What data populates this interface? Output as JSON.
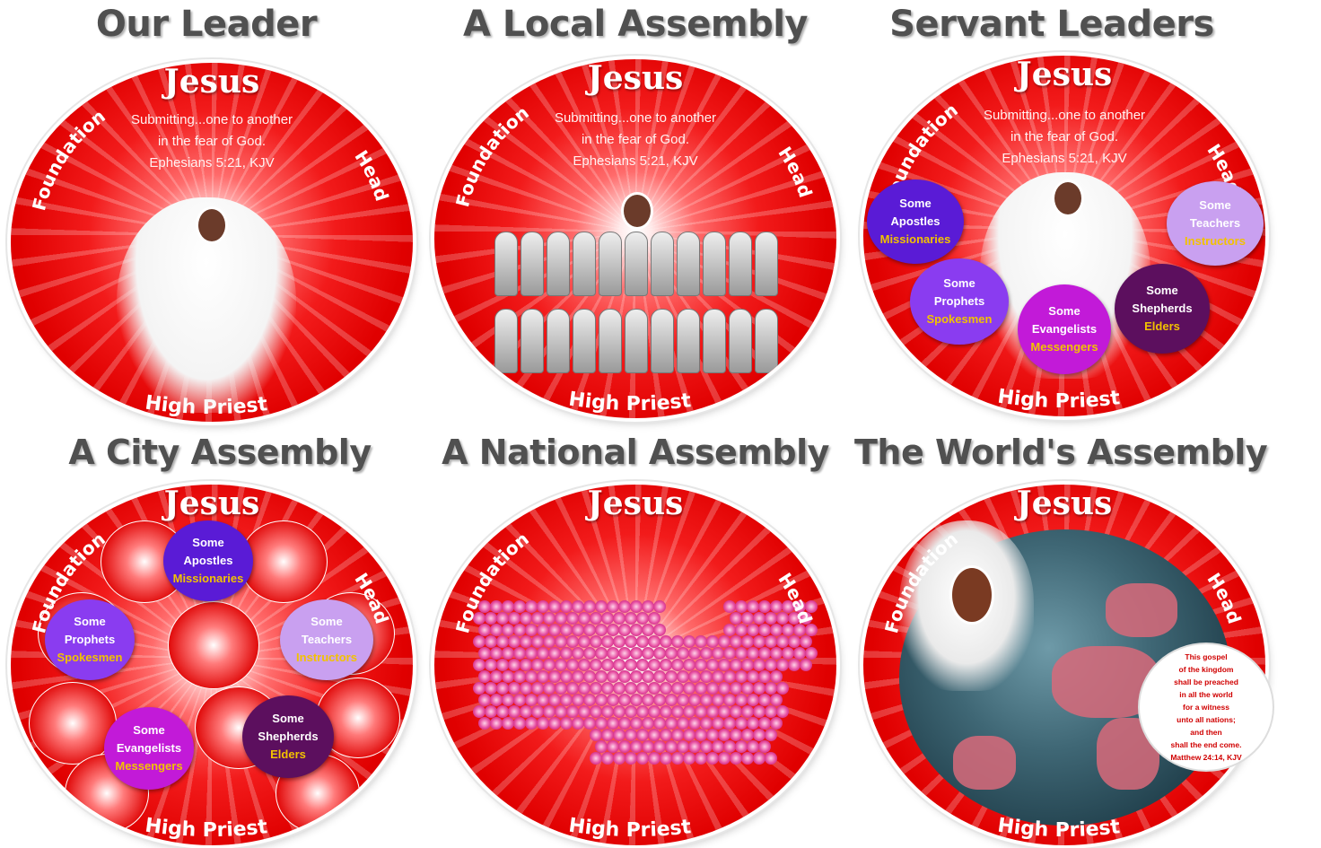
{
  "panels": [
    {
      "title": "Our Leader",
      "jesus": "Jesus",
      "foundation": "Foundation",
      "head": "Head",
      "high_priest": "High Priest",
      "verse": [
        "Submitting...one to another",
        "in the fear of God.",
        "Ephesians 5:21, KJV"
      ]
    },
    {
      "title": "A Local Assembly",
      "jesus": "Jesus",
      "foundation": "Foundation",
      "head": "Head",
      "high_priest": "High Priest",
      "verse": [
        "Submitting...one to another",
        "in the fear of God.",
        "Ephesians 5:21, KJV"
      ]
    },
    {
      "title": "Servant Leaders",
      "jesus": "Jesus",
      "foundation": "Foundation",
      "head": "Head",
      "high_priest": "High Priest",
      "verse": [
        "Submitting...one to another",
        "in the fear of God.",
        "Ephesians 5:21, KJV"
      ],
      "bubbles": [
        {
          "l1": "Some",
          "l2": "Apostles",
          "l3": "Missionaries",
          "color": "#5a1bd6"
        },
        {
          "l1": "Some",
          "l2": "Teachers",
          "l3": "Instructors",
          "color": "#c9a0f0"
        },
        {
          "l1": "Some",
          "l2": "Prophets",
          "l3": "Spokesmen",
          "color": "#8a3cf0"
        },
        {
          "l1": "Some",
          "l2": "Evangelists",
          "l3": "Messengers",
          "color": "#c21ad8"
        },
        {
          "l1": "Some",
          "l2": "Shepherds",
          "l3": "Elders",
          "color": "#5c0f5e"
        }
      ]
    },
    {
      "title": "A City Assembly",
      "jesus": "Jesus",
      "foundation": "Foundation",
      "head": "Head",
      "high_priest": "High Priest",
      "bubbles": [
        {
          "l1": "Some",
          "l2": "Apostles",
          "l3": "Missionaries",
          "color": "#5a1bd6"
        },
        {
          "l1": "Some",
          "l2": "Prophets",
          "l3": "Spokesmen",
          "color": "#8a3cf0"
        },
        {
          "l1": "Some",
          "l2": "Teachers",
          "l3": "Instructors",
          "color": "#c9a0f0"
        },
        {
          "l1": "Some",
          "l2": "Evangelists",
          "l3": "Messengers",
          "color": "#c21ad8"
        },
        {
          "l1": "Some",
          "l2": "Shepherds",
          "l3": "Elders",
          "color": "#5c0f5e"
        }
      ]
    },
    {
      "title": "A National Assembly",
      "jesus": "Jesus",
      "foundation": "Foundation",
      "head": "Head",
      "high_priest": "High Priest"
    },
    {
      "title": "The World's Assembly",
      "jesus": "Jesus",
      "foundation": "Foundation",
      "head": "Head",
      "high_priest": "High Priest",
      "speech": [
        "This gospel",
        "of the kingdom",
        "shall be preached",
        "in all the world",
        "for a witness",
        "unto all nations;",
        "and then",
        "shall the end come.",
        "Matthew 24:14, KJV"
      ]
    }
  ],
  "colors": {
    "disc_red": "#e00000",
    "title_gray": "#505050",
    "highlight_gold": "#f2c200"
  }
}
